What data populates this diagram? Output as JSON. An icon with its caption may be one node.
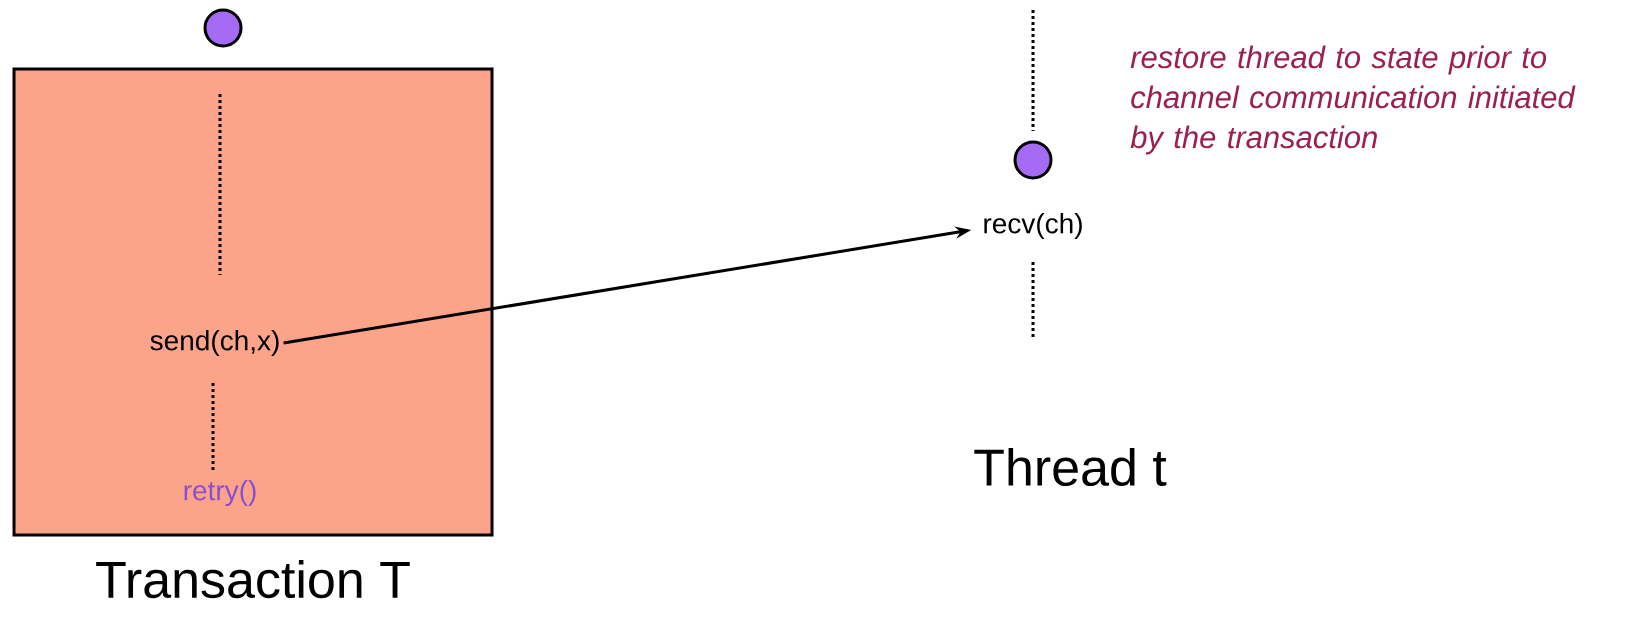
{
  "diagram": {
    "nodes": [
      {
        "text": [
          "Transaction T"
        ]
      },
      {
        "text": [
          "send(ch,x)"
        ],
        "in": 0
      },
      {
        "text": [
          "recv(ch)"
        ]
      }
    ],
    "edges": [
      {
        "from": 1,
        "to": 2,
        "arrow": "to"
      }
    ],
    "labels": [
      "retry()",
      "Thread t",
      "restore thread to state prior to channel communication initiated by the transaction"
    ]
  }
}
